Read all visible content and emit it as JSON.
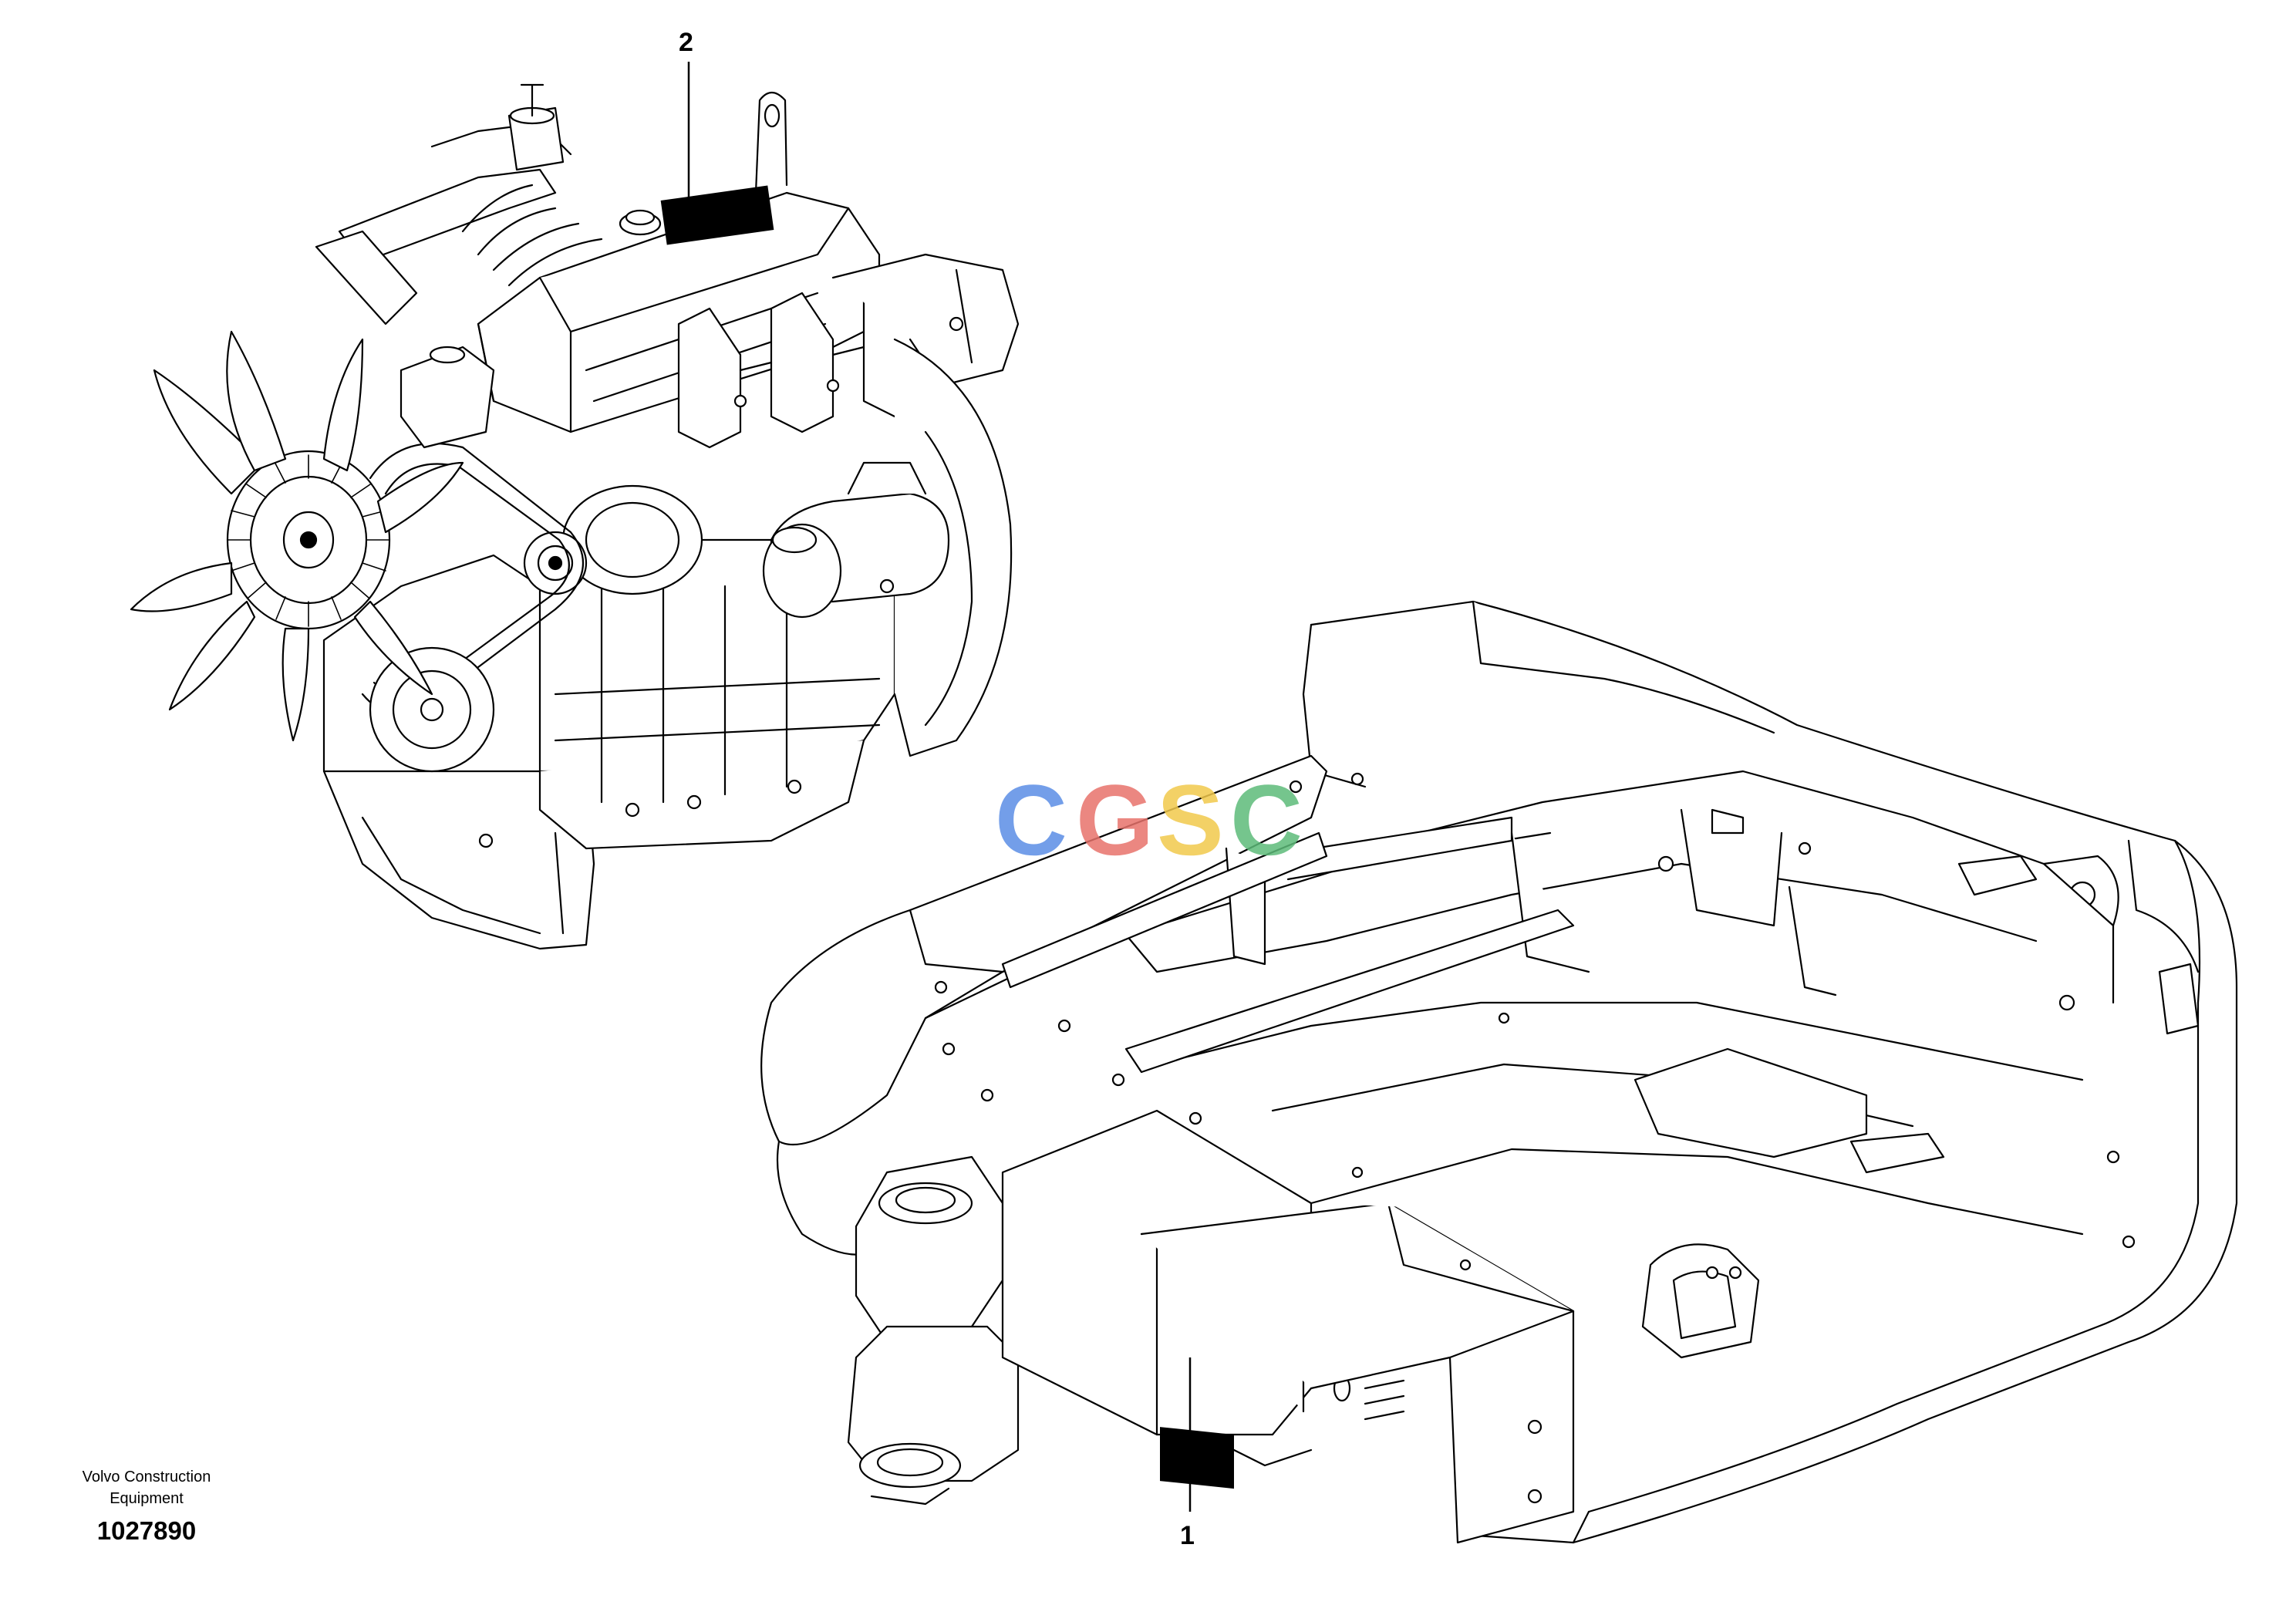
{
  "callouts": {
    "label_1": "1",
    "label_2": "2"
  },
  "footer": {
    "manufacturer_line1": "Volvo Construction",
    "manufacturer_line2": "Equipment",
    "document_number": "1027890"
  },
  "watermark": {
    "letters": [
      "C",
      "G",
      "S",
      "C"
    ],
    "colors": [
      "#5B8EE6",
      "#E8736C",
      "#F2C94C",
      "#5DBB7A"
    ]
  },
  "colors": {
    "line": "#000000",
    "background": "#ffffff",
    "decal": "#000000"
  }
}
